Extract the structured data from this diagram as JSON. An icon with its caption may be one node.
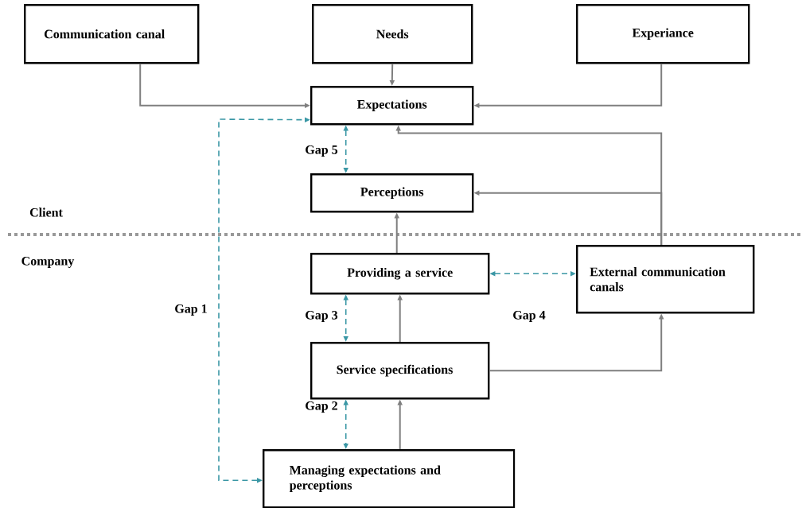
{
  "diagram": {
    "nodes": [
      {
        "text": [
          "Communication canal"
        ]
      },
      {
        "text": [
          "Needs"
        ]
      },
      {
        "text": [
          "Experiance"
        ]
      },
      {
        "text": [
          "Expectations"
        ]
      },
      {
        "text": [
          "Perceptions"
        ]
      },
      {
        "text": [
          "Providing a service"
        ]
      },
      {
        "text": [
          "External communication canals"
        ]
      },
      {
        "text": [
          "Service specifications"
        ]
      },
      {
        "text": [
          "Managing expectations and perceptions"
        ]
      }
    ],
    "edges": [
      {
        "from": 0,
        "to": 3,
        "arrow": "to"
      },
      {
        "from": 1,
        "to": 3,
        "arrow": "to"
      },
      {
        "from": 2,
        "to": 3,
        "arrow": "to"
      },
      {
        "from": 6,
        "to": 3,
        "arrow": "to"
      },
      {
        "from": 6,
        "to": 4,
        "arrow": "to"
      },
      {
        "from": 5,
        "to": 4,
        "arrow": "to"
      },
      {
        "from": 7,
        "to": 5,
        "arrow": "to"
      },
      {
        "from": 8,
        "to": 7,
        "arrow": "to"
      },
      {
        "from": 7,
        "to": 6,
        "arrow": "to"
      },
      {
        "from": 3,
        "to": 4,
        "arrow": "both",
        "label": "Gap 5",
        "style": "dashed",
        "color": "#3a97a5"
      },
      {
        "from": 5,
        "to": 6,
        "arrow": "both",
        "label": "Gap 4",
        "style": "dashed",
        "color": "#3a97a5"
      },
      {
        "from": 5,
        "to": 7,
        "arrow": "both",
        "label": "Gap 3",
        "style": "dashed",
        "color": "#3a97a5"
      },
      {
        "from": 7,
        "to": 8,
        "arrow": "both",
        "label": "Gap 2",
        "style": "dashed",
        "color": "#3a97a5"
      },
      {
        "from": 8,
        "to": 3,
        "arrow": "both",
        "label": "Gap 1",
        "style": "dashed",
        "color": "#3a97a5"
      }
    ],
    "labels": [
      "Client",
      "Company"
    ]
  }
}
